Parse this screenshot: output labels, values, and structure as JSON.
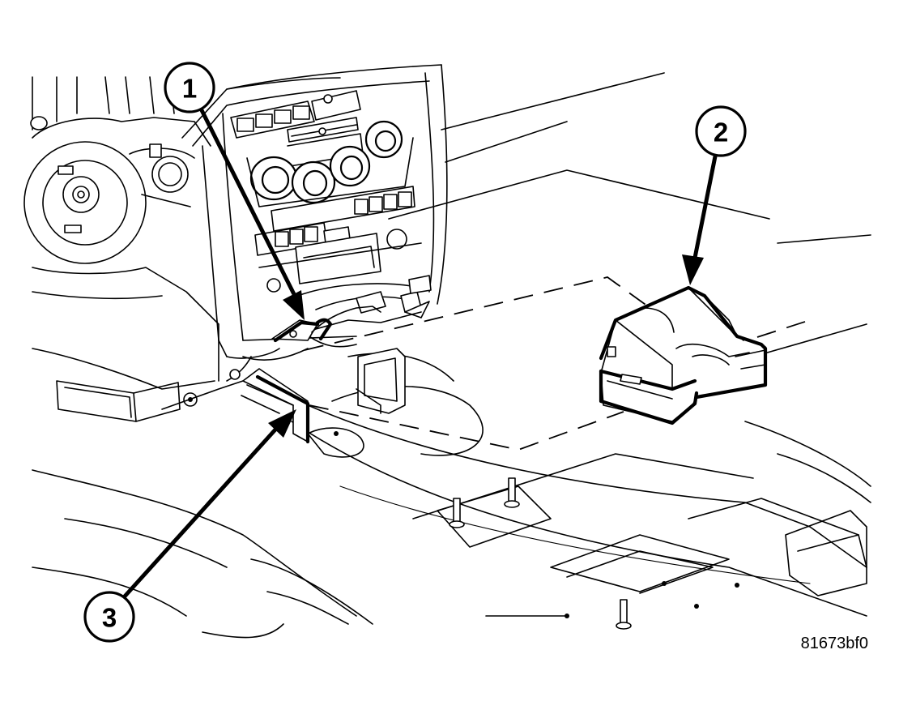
{
  "callouts": [
    {
      "label": "1"
    },
    {
      "label": "2"
    },
    {
      "label": "3"
    }
  ],
  "figure_id": "81673bf0"
}
